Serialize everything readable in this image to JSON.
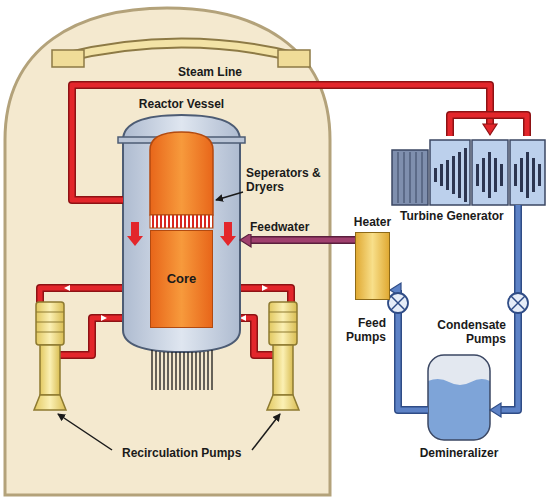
{
  "diagram": {
    "nodes": [
      {
        "text": [
          "Reactor Vessel"
        ]
      },
      {
        "text": [
          "Core"
        ],
        "in": 0
      },
      {
        "text": [
          "Heater"
        ]
      },
      {
        "text": [
          "Turbine Generator"
        ]
      },
      {
        "text": [
          "Demineralizer"
        ]
      }
    ],
    "edges": [
      {
        "from": 0,
        "to": 3,
        "label": "Steam Line",
        "arrow": "to"
      },
      {
        "from": 2,
        "to": 0,
        "label": "Feedwater",
        "arrow": "to"
      },
      {
        "from": 3,
        "to": 4,
        "arrow": "to"
      },
      {
        "from": 4,
        "to": 2,
        "arrow": "to"
      }
    ],
    "labels": [
      "Seperators & Dryers",
      "Feed Pumps",
      "Condensate Pumps",
      "Recirculation Pumps"
    ]
  }
}
